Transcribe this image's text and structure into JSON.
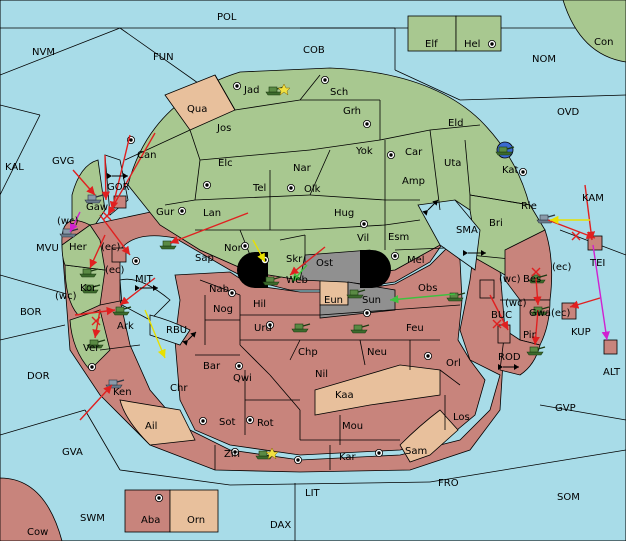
{
  "map": {
    "provinces": {
      "pol": "POL",
      "nvm": "NVM",
      "fun": "FUN",
      "cob": "COB",
      "nom": "NOM",
      "con": "Con",
      "elf": "Elf",
      "hel": "Hel",
      "ovd": "OVD",
      "kal": "KAL",
      "gvg": "GVG",
      "mvu": "MVU",
      "bor": "BOR",
      "dor": "DOR",
      "gva": "GVA",
      "swm": "SWM",
      "cow": "Cow",
      "dax": "DAX",
      "lit": "LIT",
      "fro": "FRO",
      "som": "SOM",
      "gvp": "GVP",
      "alt": "ALT",
      "kam": "KAM",
      "tei": "TEI",
      "kup": "KUP",
      "rod": "ROD",
      "buc": "BUC",
      "sma": "SMA",
      "mit": "MIT",
      "rbu": "RBU",
      "gor": "GOR",
      "jad": "Jad",
      "sch": "Sch",
      "qua": "Qua",
      "jos": "Jos",
      "grh": "Grh",
      "eld": "Eld",
      "can": "Can",
      "yok": "Yok",
      "car": "Car",
      "uta": "Uta",
      "elc": "Elc",
      "nar": "Nar",
      "kat": "Kat",
      "tel": "Tel",
      "olk": "Olk",
      "amp": "Amp",
      "gaw": "Gaw",
      "gur": "Gur",
      "hug": "Hug",
      "rie": "Rie",
      "lan": "Lan",
      "bri": "Bri",
      "vil": "Vil",
      "esm": "Esm",
      "her": "Her",
      "nor": "Nor",
      "sap": "Sap",
      "skr": "Skr",
      "web": "Web",
      "ost": "Ost",
      "mel": "Mel",
      "kor": "Kor",
      "nab": "Nab",
      "eun": "Eun",
      "obs": "Obs",
      "bes": "Bes",
      "hil": "Hil",
      "sun": "Sun",
      "nog": "Nog",
      "ark": "Ark",
      "uru": "Uru",
      "feu": "Feu",
      "gwa": "Gwa",
      "pir": "Pir",
      "ver": "Ver",
      "chp": "Chp",
      "neu": "Neu",
      "orl": "Orl",
      "bar": "Bar",
      "qwi": "Qwi",
      "nil": "Nil",
      "chr": "Chr",
      "ken": "Ken",
      "kaa": "Kaa",
      "los": "Los",
      "ail": "Ail",
      "sot": "Sot",
      "rot": "Rot",
      "mou": "Mou",
      "zin": "Zin",
      "kar": "Kar",
      "sam": "Sam",
      "aba": "Aba",
      "orn": "Orn"
    },
    "coasts": {
      "wc": "(wc)",
      "ec": "(ec)"
    }
  }
}
